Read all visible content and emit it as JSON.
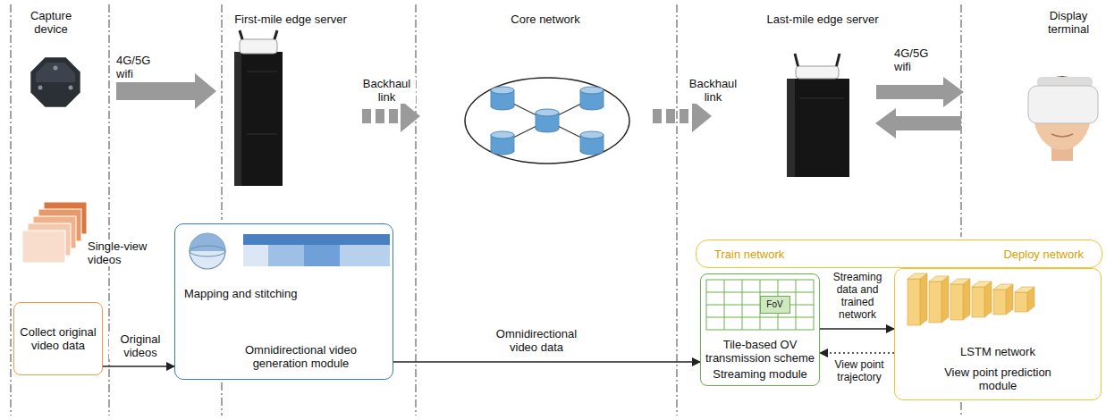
{
  "diagram": {
    "nodes": [
      {
        "text": [
          "Collect original video data"
        ]
      },
      {
        "text": [
          "Mapping and stitching",
          "Omnidirectional video generation module"
        ]
      },
      {
        "text": [
          "Tile-based OV transmission scheme",
          "Streaming module"
        ]
      },
      {
        "text": [
          "FoV"
        ],
        "in": 2
      },
      {
        "text": [
          "Train network",
          "Deploy network"
        ]
      },
      {
        "text": [
          "LSTM network",
          "View point prediction module"
        ]
      }
    ],
    "edges": [
      {
        "from": 0,
        "to": 1,
        "label": "Original videos",
        "arrow": "to"
      },
      {
        "from": 1,
        "to": 2,
        "label": "Omnidirectional video data",
        "arrow": "to"
      },
      {
        "from": 2,
        "to": 5,
        "label": "Streaming data and trained network",
        "arrow": "to"
      },
      {
        "from": 5,
        "to": 2,
        "label": "View point trajectory",
        "arrow": "to"
      }
    ],
    "labels": [
      "Capture device",
      "First-mile edge server",
      "Core network",
      "Last-mile edge server",
      "Display terminal",
      "4G/5G wifi",
      "Backhaul link",
      "Backhaul link",
      "4G/5G wifi",
      "Single-view videos"
    ]
  }
}
